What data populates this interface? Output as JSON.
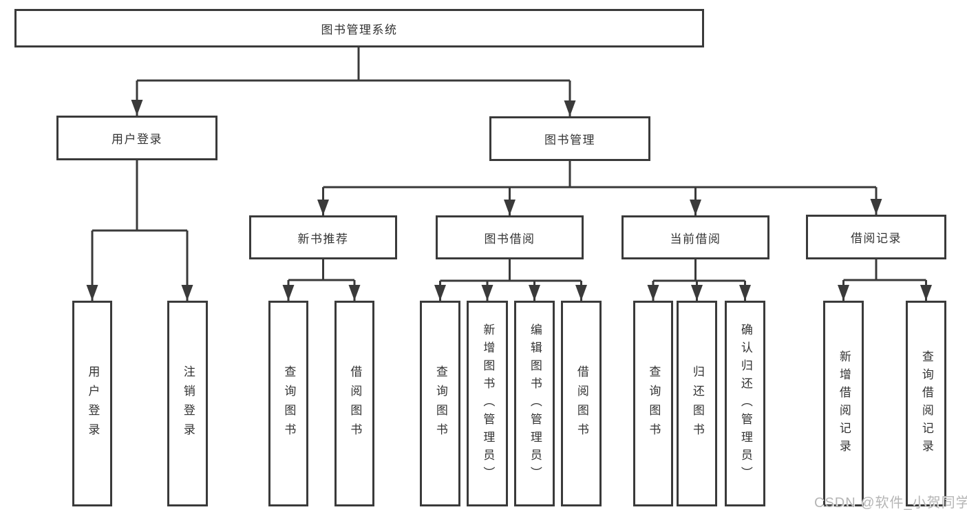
{
  "diagram": {
    "root": {
      "label": "图书管理系统"
    },
    "level2": [
      {
        "label": "用户登录"
      },
      {
        "label": "图书管理"
      }
    ],
    "level3": [
      {
        "label": "新书推荐"
      },
      {
        "label": "图书借阅"
      },
      {
        "label": "当前借阅"
      },
      {
        "label": "借阅记录"
      }
    ],
    "leaves": [
      {
        "label": "用户登录",
        "parent": "用户登录"
      },
      {
        "label": "注销登录",
        "parent": "用户登录"
      },
      {
        "label": "查询图书",
        "parent": "新书推荐"
      },
      {
        "label": "借阅图书",
        "parent": "新书推荐"
      },
      {
        "label": "查询图书",
        "parent": "图书借阅"
      },
      {
        "label": "新增图书（管理员）",
        "parent": "图书借阅"
      },
      {
        "label": "编辑图书（管理员）",
        "parent": "图书借阅"
      },
      {
        "label": "借阅图书",
        "parent": "图书借阅"
      },
      {
        "label": "查询图书",
        "parent": "当前借阅"
      },
      {
        "label": "归还图书",
        "parent": "当前借阅"
      },
      {
        "label": "确认归还（管理员）",
        "parent": "当前借阅"
      },
      {
        "label": "新增借阅记录",
        "parent": "借阅记录"
      },
      {
        "label": "查询借阅记录",
        "parent": "借阅记录"
      }
    ]
  },
  "watermark": {
    "text": "CSDN @软件_小贺同学"
  },
  "colors": {
    "line": "#3a3a3a",
    "text": "#333333",
    "background": "#ffffff",
    "watermark": "#b5b5b5"
  }
}
